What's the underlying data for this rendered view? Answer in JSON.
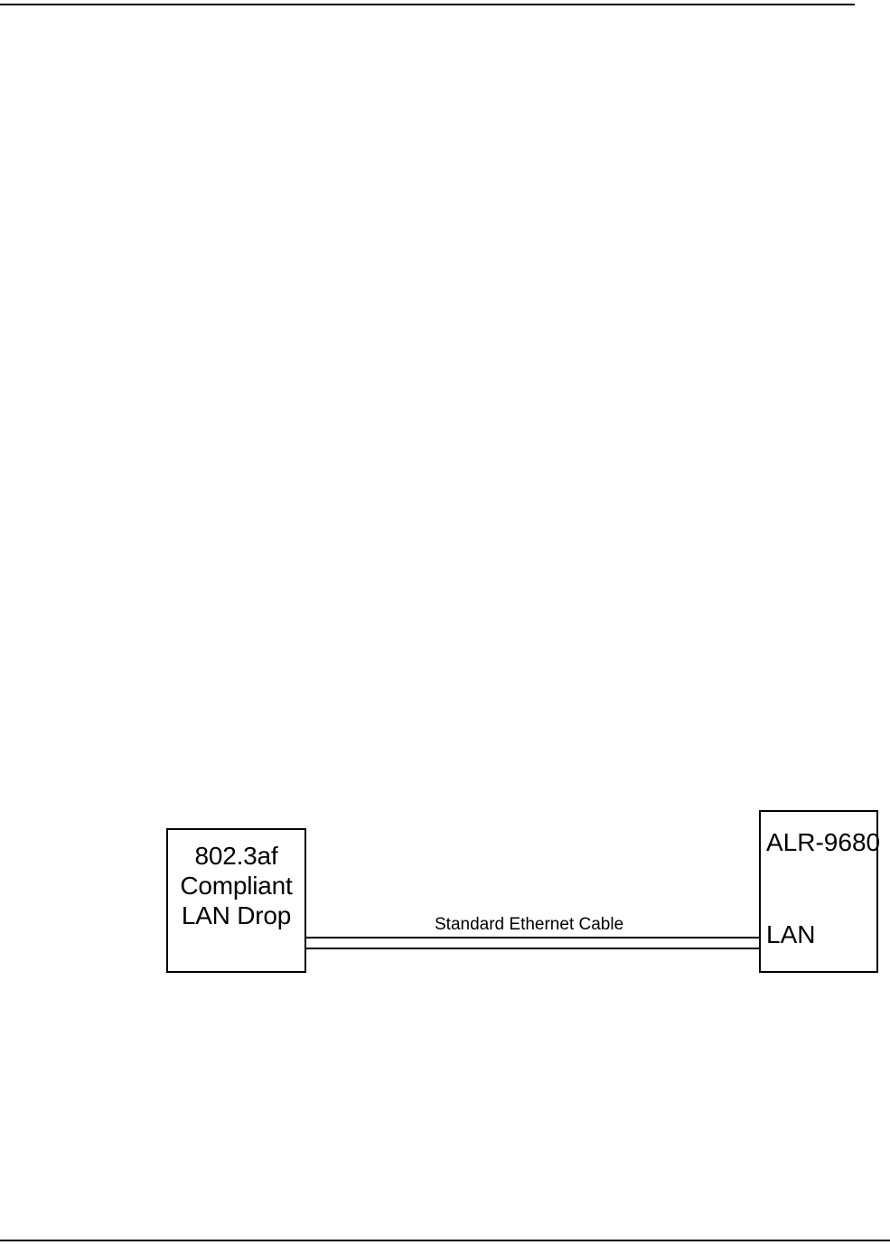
{
  "page": {
    "background_color": "#ffffff",
    "ink_color": "#000000",
    "has_top_rule": true,
    "has_bottom_rule": true
  },
  "diagram": {
    "type": "network-connection-diagram",
    "nodes": [
      {
        "id": "lan-drop",
        "lines": [
          "802.3af",
          "Compliant",
          "LAN Drop"
        ],
        "line1": "802.3af",
        "line2": "Compliant",
        "line3": "LAN Drop"
      },
      {
        "id": "reader",
        "model": "ALR-9680",
        "port": "LAN"
      }
    ],
    "connection": {
      "label": "Standard Ethernet Cable",
      "from": "lan-drop",
      "to": "reader"
    }
  }
}
